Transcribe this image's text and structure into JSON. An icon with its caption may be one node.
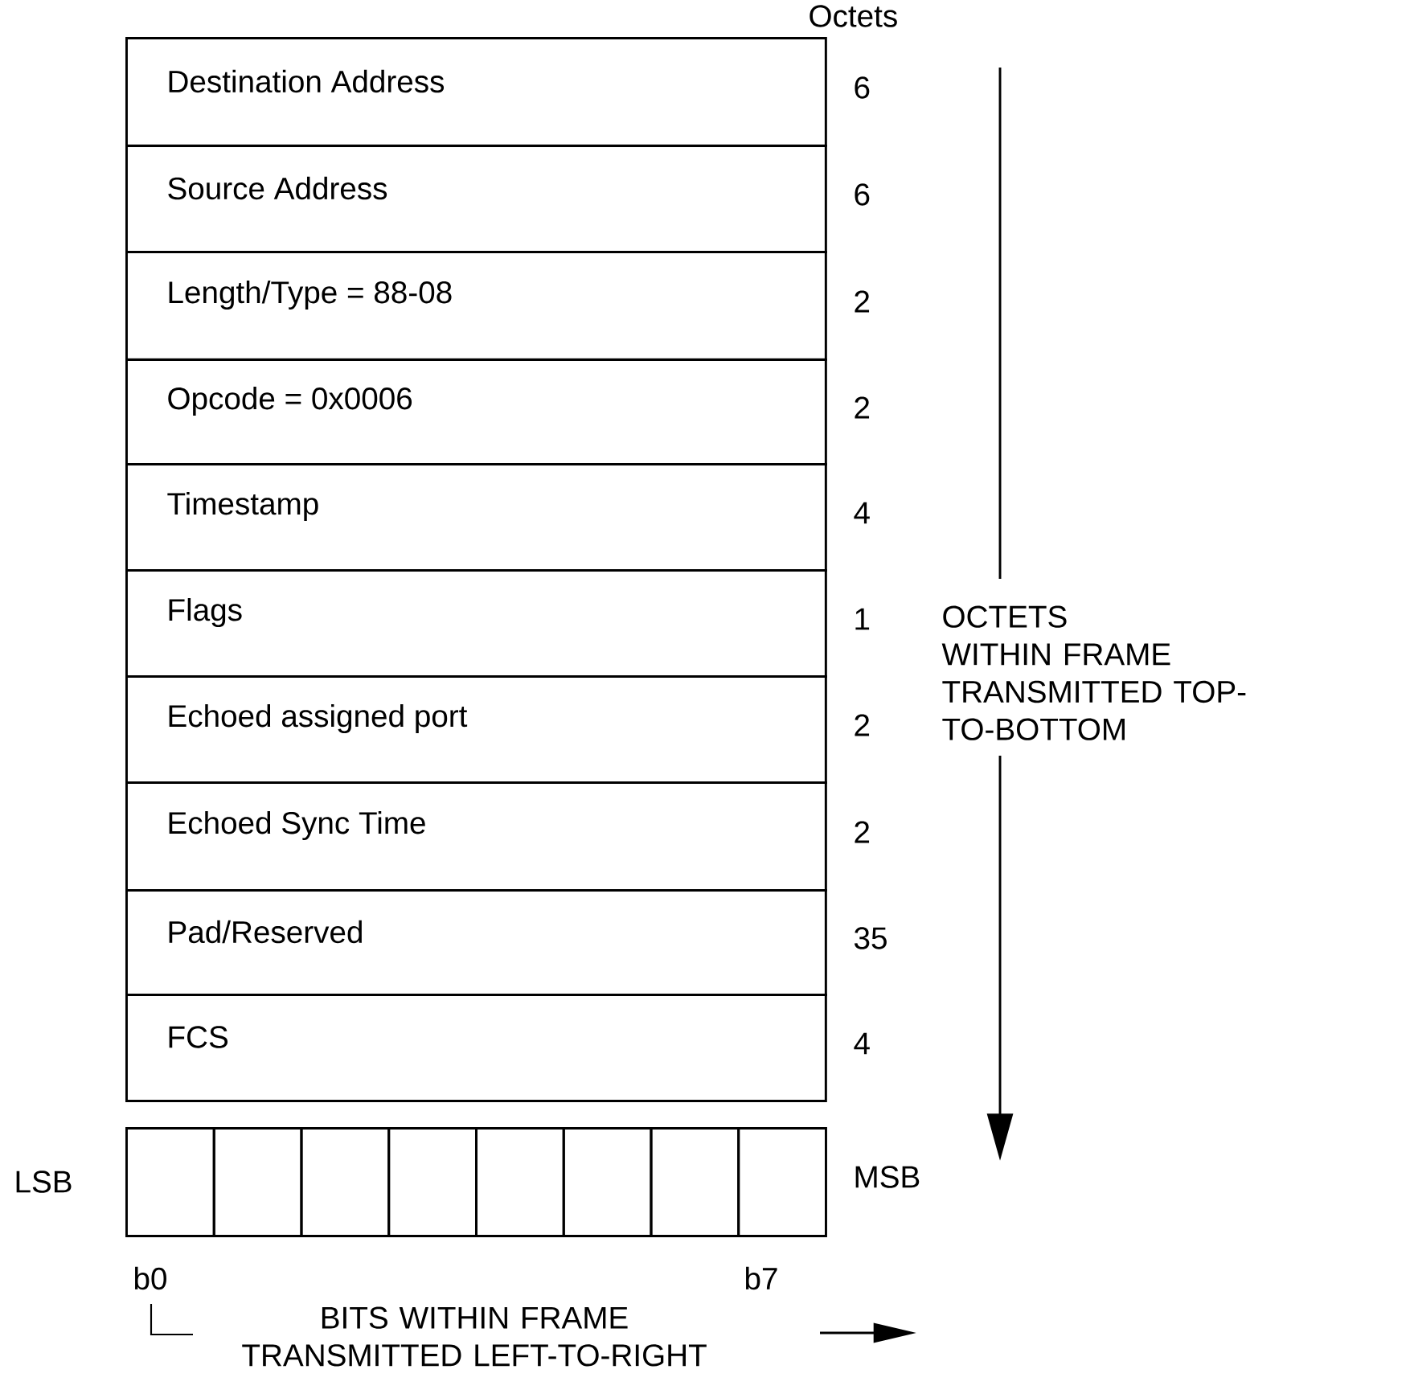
{
  "diagram": {
    "nodes": [
      {
        "text": [
          "Destination Address"
        ],
        "beside": [
          "6"
        ]
      },
      {
        "text": [
          "Source Address"
        ],
        "beside": [
          "6"
        ]
      },
      {
        "text": [
          "Length/Type = 88-08"
        ],
        "beside": [
          "2"
        ]
      },
      {
        "text": [
          "Opcode = 0x0006"
        ],
        "beside": [
          "2"
        ]
      },
      {
        "text": [
          "Timestamp"
        ],
        "beside": [
          "4"
        ]
      },
      {
        "text": [
          "Flags"
        ],
        "beside": [
          "1"
        ]
      },
      {
        "text": [
          "Echoed assigned port"
        ],
        "beside": [
          "2"
        ]
      },
      {
        "text": [
          "Echoed Sync Time"
        ],
        "beside": [
          "2"
        ]
      },
      {
        "text": [
          "Pad/Reserved"
        ],
        "beside": [
          "35"
        ]
      },
      {
        "text": [
          "FCS"
        ],
        "beside": [
          "4"
        ]
      },
      {
        "text": [],
        "shape": "box"
      },
      {
        "text": [],
        "shape": "box"
      },
      {
        "text": [],
        "shape": "box"
      },
      {
        "text": [],
        "shape": "box"
      },
      {
        "text": [],
        "shape": "box"
      },
      {
        "text": [],
        "shape": "box"
      },
      {
        "text": [],
        "shape": "box"
      },
      {
        "text": [],
        "shape": "box"
      }
    ],
    "labels": [
      "Octets",
      "OCTETS WITHIN FRAME TRANSMITTED TOP-TO-BOTTOM",
      "LSB",
      "MSB",
      "b0",
      "b7",
      "BITS WITHIN FRAME TRANSMITTED LEFT-TO-RIGHT"
    ]
  }
}
